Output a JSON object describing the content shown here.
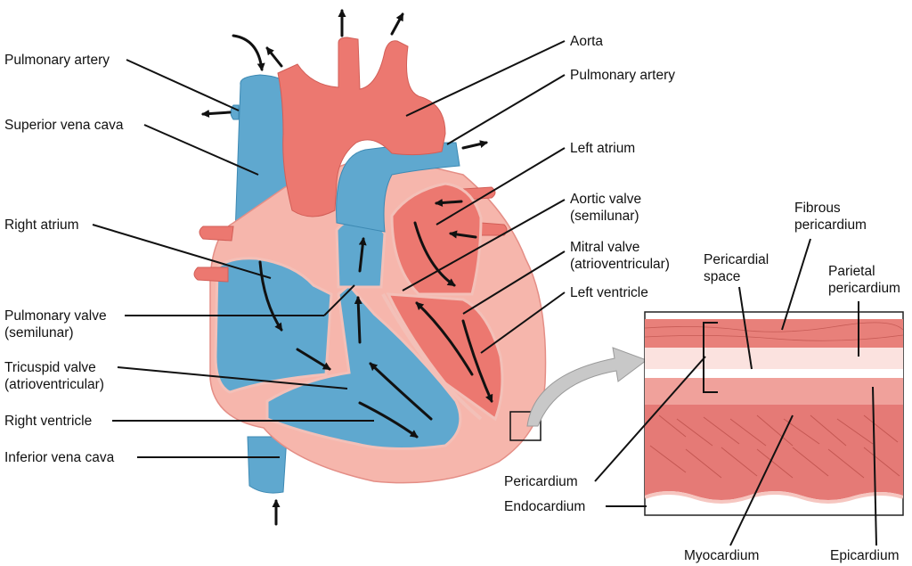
{
  "colors": {
    "deoxygenated_blood": "#5fa8cf",
    "oxygenated_blood": "#ec7870",
    "heart_wall": "#f6b6ac",
    "myocardium": "#e57a76",
    "pericardial_space": "#fbe2df",
    "arrow_callout": "#c8c8c8"
  },
  "labels_left": {
    "pulmonary_artery": "Pulmonary artery",
    "superior_vena_cava": "Superior vena cava",
    "right_atrium": "Right atrium",
    "pulmonary_valve": "Pulmonary valve",
    "pulmonary_valve_sub": "(semilunar)",
    "tricuspid_valve": "Tricuspid valve",
    "tricuspid_valve_sub": "(atrioventricular)",
    "right_ventricle": "Right ventricle",
    "inferior_vena_cava": "Inferior vena cava"
  },
  "labels_right": {
    "aorta": "Aorta",
    "pulmonary_artery": "Pulmonary artery",
    "left_atrium": "Left atrium",
    "aortic_valve": "Aortic valve",
    "aortic_valve_sub": "(semilunar)",
    "mitral_valve": "Mitral valve",
    "mitral_valve_sub": "(atrioventricular)",
    "left_ventricle": "Left ventricle"
  },
  "labels_inset": {
    "fibrous_pericardium_1": "Fibrous",
    "fibrous_pericardium_2": "pericardium",
    "pericardial_space_1": "Pericardial",
    "pericardial_space_2": "space",
    "parietal_pericardium_1": "Parietal",
    "parietal_pericardium_2": "pericardium",
    "pericardium": "Pericardium",
    "endocardium": "Endocardium",
    "myocardium": "Myocardium",
    "epicardium": "Epicardium"
  }
}
